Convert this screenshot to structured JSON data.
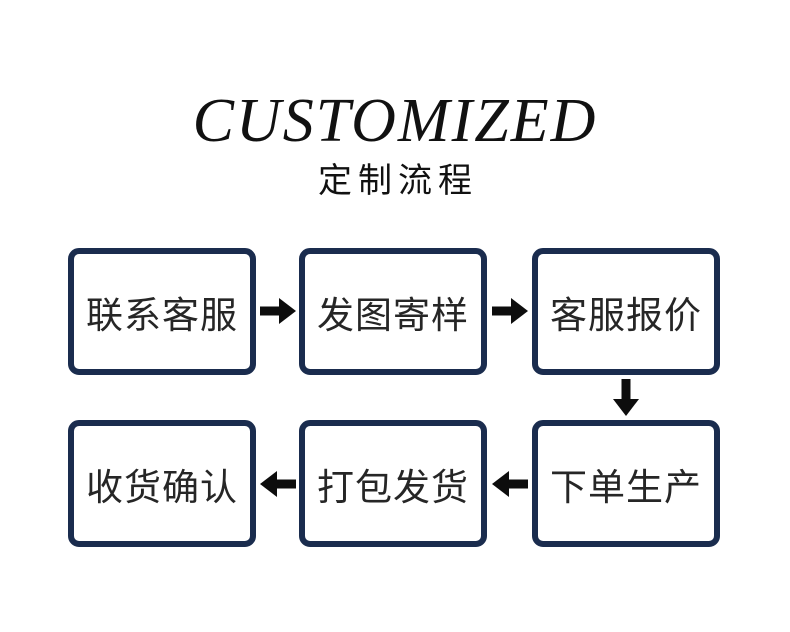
{
  "header": {
    "title": "CUSTOMIZED",
    "subtitle": "定制流程"
  },
  "flow": {
    "steps": [
      {
        "order": 1,
        "label": "联系客服"
      },
      {
        "order": 2,
        "label": "发图寄样"
      },
      {
        "order": 3,
        "label": "客服报价"
      },
      {
        "order": 4,
        "label": "下单生产"
      },
      {
        "order": 5,
        "label": "打包发货"
      },
      {
        "order": 6,
        "label": "收货确认"
      }
    ],
    "connections": [
      {
        "from": "联系客服",
        "to": "发图寄样",
        "direction": "right",
        "icon": "arrow-right-icon"
      },
      {
        "from": "发图寄样",
        "to": "客服报价",
        "direction": "right",
        "icon": "arrow-right-icon"
      },
      {
        "from": "客服报价",
        "to": "下单生产",
        "direction": "down",
        "icon": "arrow-down-icon"
      },
      {
        "from": "下单生产",
        "to": "打包发货",
        "direction": "left",
        "icon": "arrow-left-icon"
      },
      {
        "from": "打包发货",
        "to": "收货确认",
        "direction": "left",
        "icon": "arrow-left-icon"
      }
    ]
  },
  "colors": {
    "background": "#ffffff",
    "box_border": "#1a2c4e",
    "box_text": "#262626",
    "title_text": "#111111",
    "arrow": "#0d0d0d"
  }
}
